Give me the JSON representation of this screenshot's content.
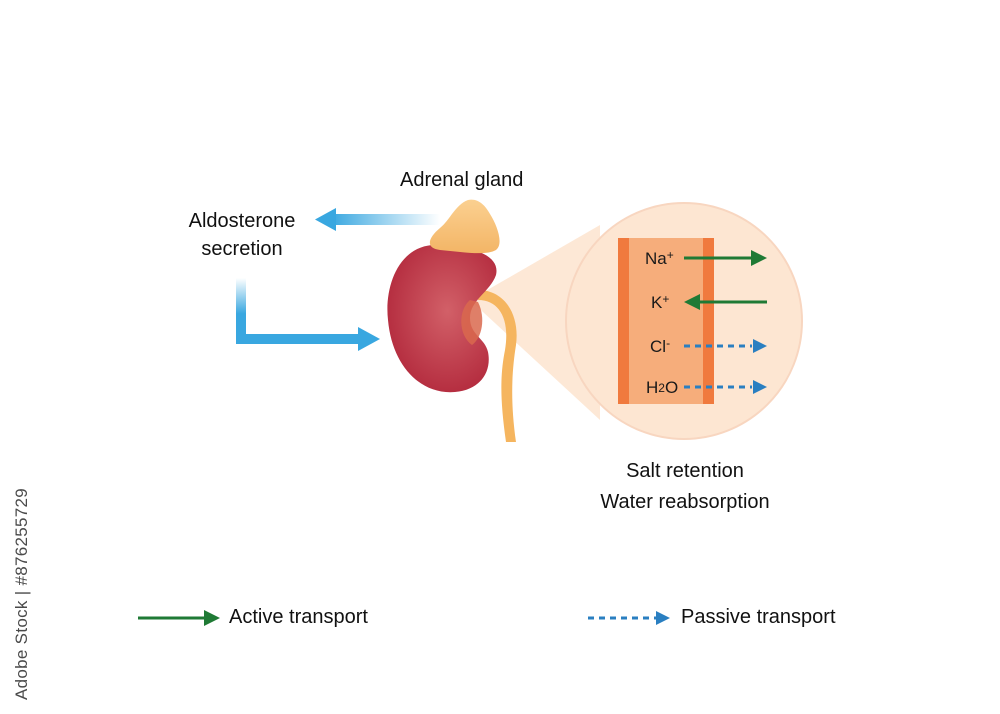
{
  "labels": {
    "adrenal_gland": "Adrenal gland",
    "aldosterone_line1": "Aldosterone",
    "aldosterone_line2": "secretion",
    "outcome_line1": "Salt retention",
    "outcome_line2": "Water reabsorption"
  },
  "ions": [
    {
      "base": "Na",
      "sup": "+",
      "sub": "",
      "transport": "active",
      "direction": "out"
    },
    {
      "base": "K",
      "sup": "+",
      "sub": "",
      "transport": "active",
      "direction": "in"
    },
    {
      "base": "Cl",
      "sup": "-",
      "sub": "",
      "transport": "passive",
      "direction": "out"
    },
    {
      "base": "H",
      "sup": "",
      "sub": "2",
      "base2": "O",
      "transport": "passive",
      "direction": "out"
    }
  ],
  "legend": {
    "active": "Active transport",
    "passive": "Passive transport"
  },
  "side_watermark": "Adobe Stock | #876255729",
  "colors": {
    "active_arrow": "#1f7a35",
    "passive_arrow": "#2a7fc1",
    "secretion_arrow": "#39a7e0",
    "kidney": "#c0394a",
    "adrenal": "#f7c27a",
    "zoom_circle": "#fde6d2",
    "tubule": "#f6ad7b",
    "tubule_wall": "#f07a3e"
  }
}
